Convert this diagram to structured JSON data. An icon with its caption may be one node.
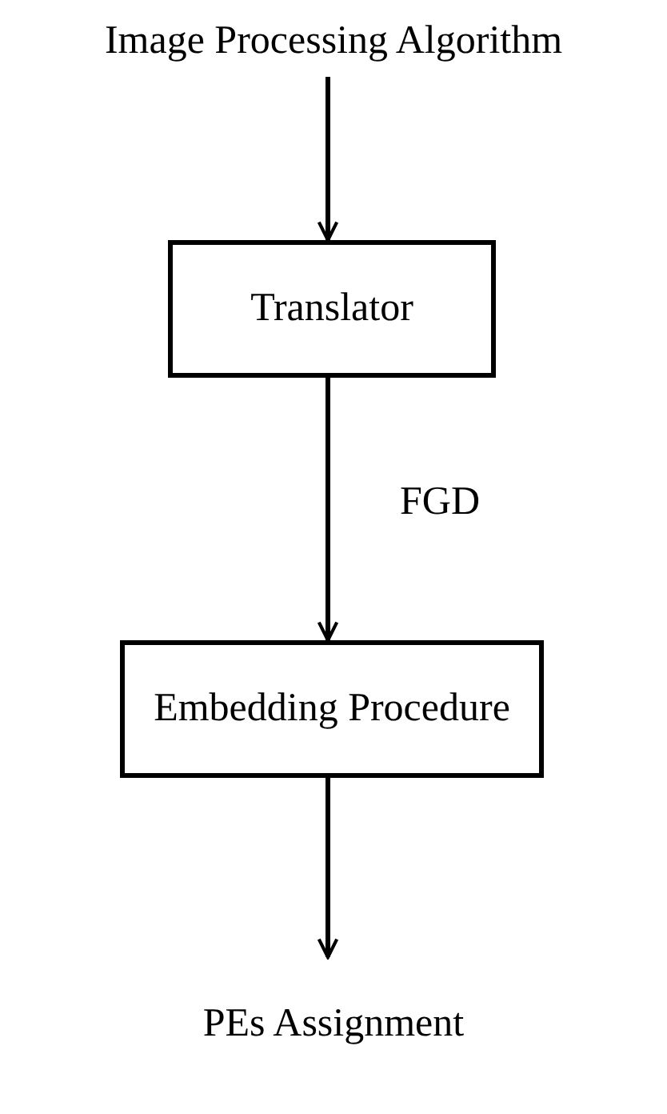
{
  "diagram": {
    "nodes": [
      {
        "text": [
          "Image Processing Algorithm"
        ]
      },
      {
        "text": [
          "Translator"
        ]
      },
      {
        "text": [
          "Embedding Procedure"
        ]
      },
      {
        "text": [
          "PEs Assignment"
        ]
      }
    ],
    "edges": [
      {
        "from": 0,
        "to": 1,
        "arrow": "to"
      },
      {
        "from": 1,
        "to": 2,
        "arrow": "to",
        "label": "FGD"
      },
      {
        "from": 2,
        "to": 3,
        "arrow": "to"
      }
    ]
  }
}
